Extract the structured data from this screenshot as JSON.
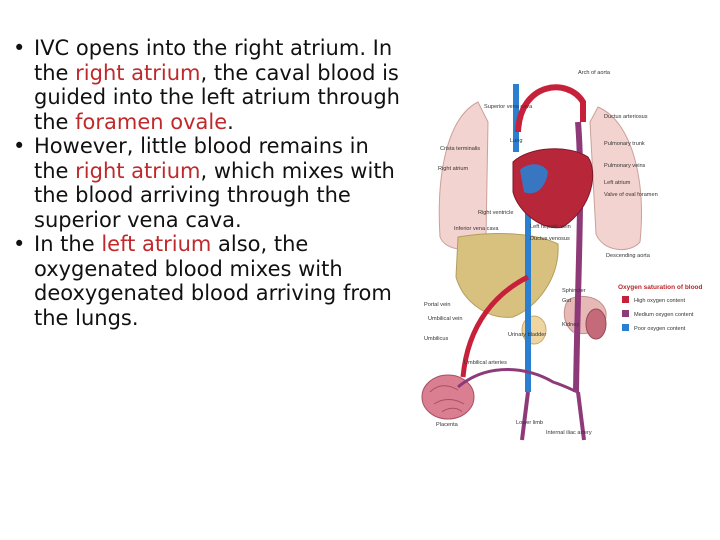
{
  "slide": {
    "bullets": [
      {
        "parts": [
          "IVC opens into the right atrium. In the ",
          "right atrium",
          ", the caval blood is guided into the left atrium through the ",
          "foramen ovale",
          "."
        ]
      },
      {
        "parts": [
          "However, little blood remains in the ",
          "right atrium",
          ", which mixes with the blood arriving through the superior vena cava."
        ]
      },
      {
        "parts": [
          "In the ",
          "left atrium",
          " also, the oxygenated blood mixes with deoxygenated blood arriving from the lungs."
        ]
      }
    ],
    "highlight_color": "#c0292b"
  },
  "figure": {
    "labels": {
      "arch_aorta": "Arch of aorta",
      "svc": "Superior vena cava",
      "ductus": "Ductus arteriosus",
      "lung": "Lung",
      "pulm_trunk": "Pulmonary trunk",
      "crista": "Crista terminalis",
      "pulm_veins": "Pulmonary veins",
      "right_atrium": "Right atrium",
      "left_atrium": "Left atrium",
      "valve": "Valve of oval foramen",
      "right_ventricle": "Right ventricle",
      "left_hepatic": "Left hepatic vein",
      "inferior_vena": "Inferior vena cava",
      "ductus_venosus": "Ductus venosus",
      "descending_aorta": "Descending aorta",
      "sphincter": "Sphincter",
      "gut": "Gut",
      "portal_vein": "Portal vein",
      "umbilical_vein": "Umbilical vein",
      "kidney": "Kidney",
      "umbilicus": "Umbilicus",
      "bladder": "Urinary bladder",
      "umbilical_arteries": "Umbilical arteries",
      "placenta": "Placenta",
      "lower_limb": "Lower limb",
      "internal_iliac": "Internal iliac artery"
    },
    "legend": {
      "title": "Oxygen saturation of blood",
      "items": [
        {
          "label": "High oxygen content",
          "color": "#c6203a"
        },
        {
          "label": "Medium oxygen content",
          "color": "#8e3a78"
        },
        {
          "label": "Poor oxygen content",
          "color": "#2a7fd0"
        }
      ]
    }
  }
}
